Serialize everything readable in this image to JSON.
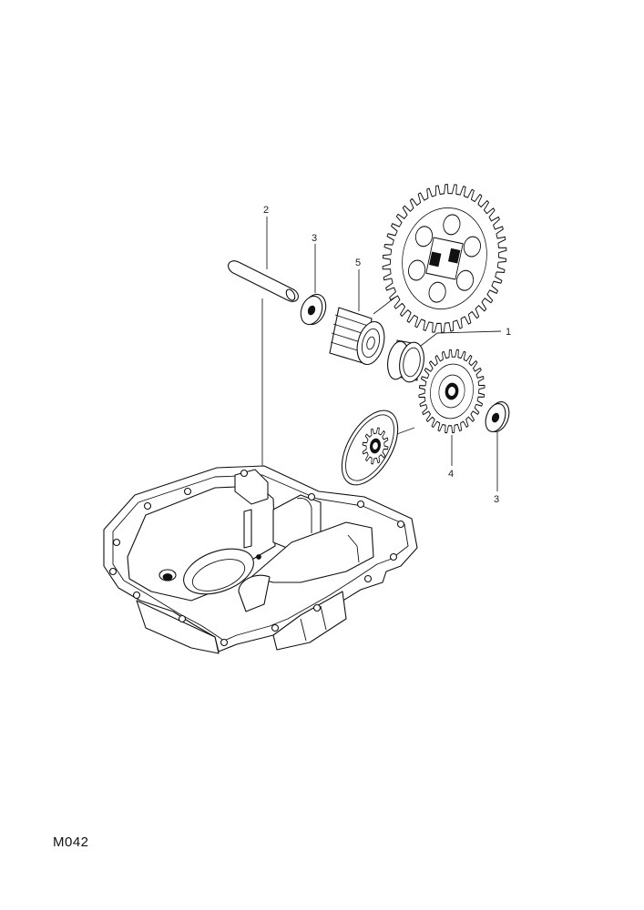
{
  "diagram": {
    "callouts": {
      "part_1": "1",
      "part_2": "2",
      "part_3_upper": "3",
      "part_3_lower": "3",
      "part_4": "4",
      "part_5": "5"
    },
    "code": "M042"
  }
}
